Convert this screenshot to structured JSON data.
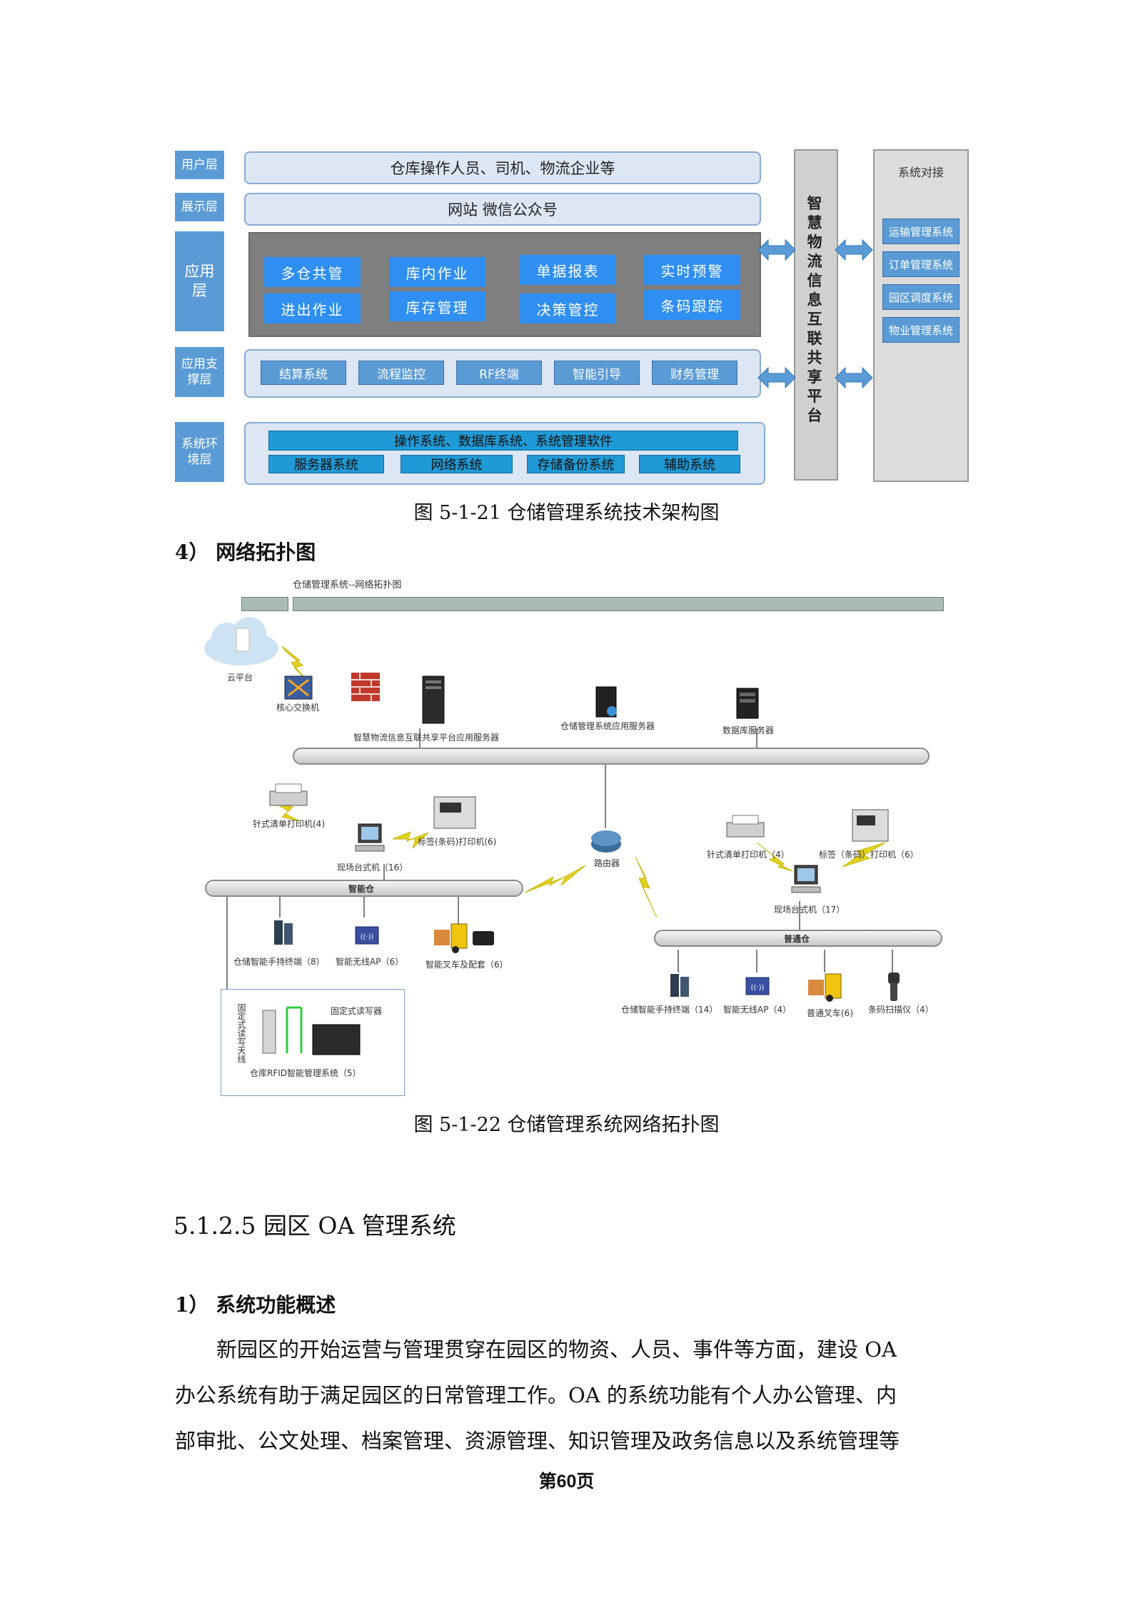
{
  "architecture": {
    "layers": {
      "user": "用户层",
      "display": "展示层",
      "application": "应用\n层",
      "app_support": "应用支\n撑层",
      "system_env": "系统环\n境层"
    },
    "user_bar": "仓库操作人员、司机、物流企业等",
    "display_bar": "网站 微信公众号",
    "app_modules": [
      "多仓共管",
      "库内作业",
      "单据报表",
      "实时预警",
      "进出作业",
      "库存管理",
      "决策管控",
      "条码跟踪"
    ],
    "support_modules": [
      "结算系统",
      "流程监控",
      "RF终端",
      "智能引导",
      "财务管理"
    ],
    "env_top": "操作系统、数据库系统、系统管理软件",
    "env_modules": [
      "服务器系统",
      "网络系统",
      "存储备份系统",
      "辅助系统"
    ],
    "platform": "智慧物流信息互联共享平台",
    "external_title": "系统对接",
    "external_items": [
      "运输管理系统",
      "订单管理系统",
      "园区调度系统",
      "物业管理系统"
    ]
  },
  "caption1": "图 5-1-21 仓储管理系统技术架构图",
  "section4": "4） 网络拓扑图",
  "topology": {
    "title": "仓储管理系统--网络拓扑图",
    "cloud": "云平台",
    "core_switch": "核心交换机",
    "platform_server": "智慧物流信息互联共享平台应用服务器",
    "wms_server": "仓储管理系统应用服务器",
    "db_server": "数据库服务器",
    "router": "路由器",
    "left_printer": "针式清单打印机(4)",
    "left_label_printer": "标签(条码)打印机(6)",
    "left_desktop": "现场台式机（16）",
    "left_bus": "智能仓",
    "left_handheld": "仓储智能手持终端（8）",
    "left_ap": "智能无线AP（6）",
    "left_forklift": "智能叉车及配套（6）",
    "rfid_antenna": "固定式读写天线",
    "rfid_reader": "固定式读写器",
    "rfid_system": "仓库RFID智能管理系统（5）",
    "right_printer": "针式清单打印机（4）",
    "right_label_printer": "标签（条码）打印机（6）",
    "right_desktop": "现场台式机（17）",
    "right_bus": "普通仓",
    "right_handheld": "仓储智能手持终端（14）",
    "right_ap": "智能无线AP（4）",
    "right_forklift": "普通叉车(6)",
    "scanner": "条码扫描仪（4）"
  },
  "caption2": "图 5-1-22 仓储管理系统网络拓扑图",
  "section_title": "5.1.2.5 园区 OA 管理系统",
  "subsection1": "1） 系统功能概述",
  "paragraph_lines": [
    "新园区的开始运营与管理贯穿在园区的物资、人员、事件等方面，建设 OA",
    "办公系统有助于满足园区的日常管理工作。OA 的系统功能有个人办公管理、内",
    "部审批、公文处理、档案管理、资源管理、知识管理及政务信息以及系统管理等"
  ],
  "page_number": "第60页"
}
